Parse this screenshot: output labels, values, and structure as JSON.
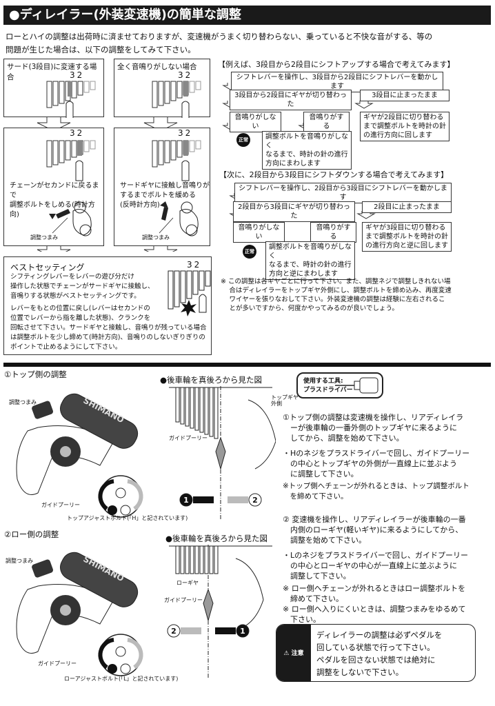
{
  "title": "●ディレイラー(外装変速機)の簡単な調整",
  "intro": [
    "ローとハイの調整は出荷時に済ませておりますが、変速機がうまく切り替わらない、乗っていると不快な音がする、等の",
    "問題が生じた場合は、以下の調整をしてみて下さい。"
  ],
  "left_panels": {
    "third_title": "サード(3段目)に変速する場合",
    "silent_title": "全く音鳴りがしない場合",
    "gear_numbers": "32",
    "tighten_text": [
      "チェーンがセカンドに戻るまで",
      "調整ボルトをしめる(時計方向)"
    ],
    "loosen_text": [
      "サードギヤに接触し音鳴りが",
      "するまでボルトを緩める",
      "(反時計方向)"
    ],
    "knob_label": "調整つまみ",
    "best_title": "ベストセッティング",
    "best_text": [
      "シフティングレバーをレバーの遊び分だけ",
      "操作した状態でチェーンがサードギヤに接触し、",
      "音鳴りする状態がベストセッティングです。"
    ],
    "best_text2": [
      "レバーをもとの位置に戻し(レバーはセカンドの",
      "位置でレバーから指を離した状態)、クランクを",
      "回転させて下さい。サードギヤと接触し、音鳴りが残っている場合",
      "は調整ボルトを少し締めて(時計方向)、音鳴りのしないぎりぎりの",
      "ポイントで止めるようにして下さい。"
    ]
  },
  "flow_up": {
    "heading": "【例えば、3段目から2段目にシフトアップする場合で考えてみます】",
    "start": "シフトレバーを操作し、3段目から2段目にシフトレバーを動かします",
    "switched": "3段目から2段目にギヤが切り替わった",
    "stayed": "3段目に止まったまま",
    "no_noise": "音鳴りがしない",
    "noise": "音鳴りがする",
    "ok": "正常",
    "noise_fix": [
      "調整ボルトを音鳴りがしなく",
      "なるまで、時計の針の進行",
      "方向にまわします"
    ],
    "stay_fix": [
      "ギヤが2段目に切り替わる",
      "まで調整ボルトを時計の針",
      "の進行方向に回します"
    ]
  },
  "flow_down": {
    "heading": "【次に、2段目から3段目にシフトダウンする場合で考えてみます】",
    "start": "シフトレバーを操作し、2段目から3段目にシフトレバーを動かします",
    "switched": "2段目から3段目にギヤが切り替わった",
    "stayed": "2段目に止まったまま",
    "no_noise": "音鳴りがしない",
    "noise": "音鳴りがする",
    "ok": "正常",
    "noise_fix": [
      "調整ボルトを音鳴りがしなく",
      "なるまで、時計の針の進行",
      "方向と逆にまわします"
    ],
    "stay_fix": [
      "ギヤが3段目に切り替わる",
      "まで調整ボルトを時計の針",
      "の進行方向と逆に回します"
    ]
  },
  "flow_note": [
    "※ この調整は各ギヤごとに行って下さい。また、調整ネジで調整しきれない場",
    "　 合はディレイラーをトップギヤ外側にし、調整ボルトを締め込み、再度変速",
    "　 ワイヤーを張りなおして下さい。外装変速機の調整は経験に左右されるこ",
    "　 とが多いですから、何度かやってみるのが良いでしょう。"
  ],
  "top_section": {
    "title": "①トップ側の調整",
    "rear_view_title": "●後車輪を真後ろから見た図",
    "knob_label": "調整つまみ",
    "pulley_label": "ガイドプーリー",
    "brand": "SHIMANO",
    "bolt_caption": "トップアジャストボルト(「H」と記されています)",
    "top_gear_label": [
      "トップギヤ",
      "外側"
    ],
    "step1": "1",
    "step2": "2"
  },
  "low_section": {
    "title": "②ロー側の調整",
    "rear_view_title": "●後車輪を真後ろから見た図",
    "knob_label": "調整つまみ",
    "pulley_label": "ガイドプーリー",
    "brand": "SHIMANO",
    "bolt_caption": "ローアジャストボルト(「L」と記されています)",
    "low_gear_label": "ローギヤ",
    "step1": "1",
    "step2": "2"
  },
  "tool": {
    "label": [
      "使用する工具:",
      "プラスドライバー"
    ]
  },
  "instructions": {
    "top_main": [
      "①トップ側の調整は変速機を操作し、リアディレイラ",
      "　ーが後車輪の一番外側のトップギヤに来るように",
      "　してから、調整を始めて下さい。"
    ],
    "top_bullet": [
      "・Hのネジをプラスドライバーで回し、ガイドプーリー",
      "　の中心とトップギヤの外側が一直線上に並ぶよう",
      "　に調整して下さい。"
    ],
    "top_note": [
      "※トップ側へチェーンが外れるときは、トップ調整ボルト",
      "　を締めて下さい。"
    ],
    "low_main": [
      "② 変速機を操作し、リアディレイラーが後車輪の一番",
      "　内側のローギヤ(軽いギヤ)に来るようにしてから、",
      "　調整を始めて下さい。"
    ],
    "low_bullet": [
      "・Lのネジをプラスドライバーで回し、ガイドプーリー",
      "　の中心とローギヤの中心が一直線上に並ぶように",
      "　調整して下さい。"
    ],
    "low_note1": [
      "※ ロー側へチェーンが外れるときはロー調整ボルトを",
      "　締めて下さい。"
    ],
    "low_note2": [
      "※ ロー側へ入りにくいときは、調整つまみをゆるめて",
      "　下さい。"
    ]
  },
  "caution": {
    "label": "注意",
    "icon": "warning-triangle-icon",
    "text": [
      "ディレイラーの調整は必ずペダルを",
      "回している状態で行って下さい。",
      "ペダルを回さない状態では絶対に",
      "調整をしないで下さい。"
    ]
  },
  "colors": {
    "bar": "#1a1a1a",
    "gear_highlight": "#888888",
    "arrow_light": "#bbbbbb"
  }
}
